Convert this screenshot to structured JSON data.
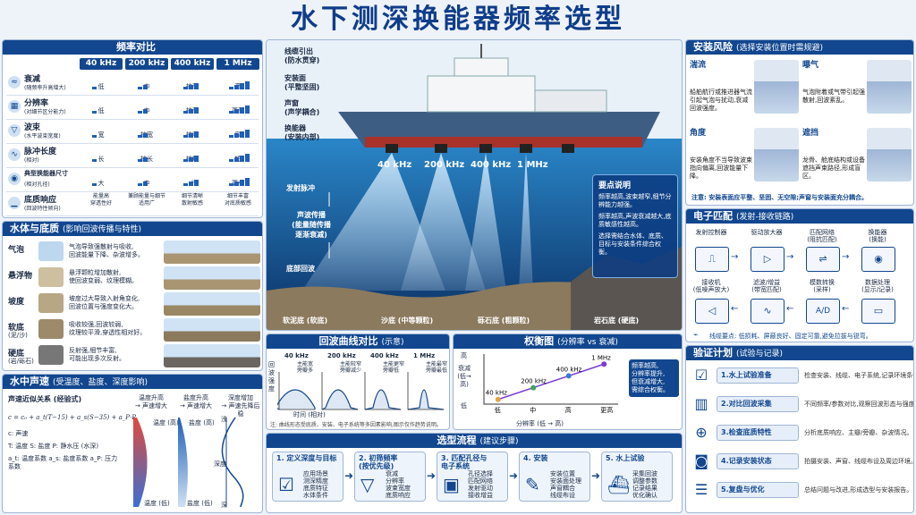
{
  "title": "水下测深换能器频率选型",
  "freq": {
    "header": "频率对比",
    "columns": [
      "40 kHz",
      "200 kHz",
      "400 kHz",
      "1 MHz"
    ],
    "rows": [
      {
        "name": "衰减",
        "note": "(随频率升高增大)",
        "icon": "wave-icon",
        "values": [
          "低",
          "中",
          "较高",
          "高"
        ]
      },
      {
        "name": "分辨率",
        "note": "(对细节区分能力)",
        "icon": "grid-icon",
        "values": [
          "低",
          "中",
          "较高",
          "更高"
        ]
      },
      {
        "name": "波束",
        "note": "(水平波束宽度)",
        "icon": "beam-icon",
        "values": [
          "宽",
          "较宽",
          "较窄",
          "窄"
        ]
      },
      {
        "name": "脉冲长度",
        "note": "(相对)",
        "icon": "pulse-icon",
        "values": [
          "长",
          "较长",
          "较短",
          "短"
        ]
      },
      {
        "name": "典型换能器尺寸",
        "note": "(相对孔径)",
        "icon": "transducer-icon",
        "values": [
          "大",
          "中",
          "小",
          "更小"
        ]
      },
      {
        "name": "底质响应",
        "note": "(回波特性倾向)",
        "icon": "seabed-icon",
        "values": [
          "能量高\n穿透性好",
          "兼顾能量与细节\n适用广",
          "细节清晰\n散射敏感",
          "细节丰富\n对底质敏感"
        ]
      }
    ]
  },
  "water": {
    "header": "水体与底质",
    "sub": "(影响回波传播与特性)",
    "rows": [
      {
        "name": "气泡",
        "desc": "气泡导致强散射与吸收,\n回波能量下降、杂波增多。"
      },
      {
        "name": "悬浮物",
        "desc": "悬浮颗粒增加散射,\n使回波变弱、纹理模糊。"
      },
      {
        "name": "坡度",
        "desc": "坡度过大导致入射角变化,\n回波位置与强度变化大。"
      },
      {
        "name": "软底",
        "note": "(泥/沙)",
        "desc": "吸收较强,回波较弱,\n纹理较平滑,穿透性相对好。"
      },
      {
        "name": "硬底",
        "note": "(岩/砾石)",
        "desc": "反射强,细节丰富,\n可能出现多次反射。"
      }
    ]
  },
  "sound": {
    "header": "水中声速",
    "sub": "(受温度、盐度、深度影响)",
    "formula_title": "声速近似关系 (经验式)",
    "formula": "c = c₀ + a_t(T−15) + a_s(S−35) + a_P·P",
    "legend": [
      "c: 声速",
      "T: 温度  S: 盐度  P: 静水压 (水深)",
      "a_t: 温度系数  a_s: 盐度系数  a_P: 压力系数"
    ],
    "cols": [
      "温度升高\n→ 声速增大",
      "盐度升高\n→ 声速增大",
      "深度增加\n→ 声速先降后稳"
    ],
    "labels": [
      "温度 (高)",
      "温度 (低)",
      "盐度 (高)",
      "盐度 (低)",
      "浅",
      "深度",
      "深"
    ]
  },
  "center": {
    "callouts": [
      "线缆引出\n(防水贯穿)",
      "安装面\n(平整坚固)",
      "声窗\n(声学耦合)",
      "换能器\n(安装内部)"
    ],
    "freqs": [
      "40 kHz",
      "200 kHz",
      "400 kHz",
      "1 MHz"
    ],
    "side": [
      "发射脉冲",
      "声波传播\n(能量随传播\n逐渐衰减)",
      "底部回波"
    ],
    "bottoms": [
      "软泥底 (软底)",
      "沙底 (中等颗粒)",
      "砾石底 (粗颗粒)",
      "岩石底 (硬底)"
    ],
    "note_title": "要点说明",
    "notes": [
      "频率越高,波束越窄,细节分辨能力越强。",
      "频率越高,声波衰减越大,底质敏感性越高。",
      "选择需结合水体、底质、目标与安装条件综合权衡。"
    ]
  },
  "echo": {
    "header": "回波曲线对比",
    "sub": "(示意)",
    "freqs": [
      "40 kHz",
      "200 kHz",
      "400 kHz",
      "1 MHz"
    ],
    "descs": [
      "主能宽\n旁瓣多",
      "主能较窄\n旁瓣减少",
      "主能更窄\n旁瓣低",
      "主能最窄\n旁瓣最低"
    ],
    "ylabel": "回波强度",
    "xlabel": "时间 (相对)",
    "note": "注: 曲线形态受底质、安装、电子系统等多因素影响,图示仅作趋势说明。"
  },
  "tradeoff": {
    "header": "权衡图",
    "sub": "(分辨率 vs 衰减)",
    "ylabel_top": "高",
    "ylabel": "衰减\n(低→高)",
    "ylabel_bottom": "低",
    "xticks": [
      "低",
      "中",
      "高",
      "更高"
    ],
    "xlabel": "分辨率 (低 → 高)",
    "note": "频率越高,\n分辨率提升,\n但衰减增大,\n需综合权衡。"
  },
  "chart_data": {
    "type": "line",
    "title": "权衡图 (分辨率 vs 衰减)",
    "xlabel": "分辨率 (低 → 高)",
    "ylabel": "衰减 (低→高)",
    "categories": [
      "40 kHz",
      "200 kHz",
      "400 kHz",
      "1 MHz"
    ],
    "x": [
      1,
      2,
      3,
      4
    ],
    "values": [
      1,
      2,
      3,
      4
    ],
    "colors": [
      "#e6a23c",
      "#3aa55a",
      "#3a7bd5",
      "#7a3ad5"
    ]
  },
  "flow": {
    "header": "选型流程",
    "sub": "(建议步骤)",
    "steps": [
      {
        "title": "1. 定义深度与目标",
        "icon": "checklist-icon",
        "items": [
          "应用场景",
          "测深精度",
          "底质特征",
          "水体条件"
        ]
      },
      {
        "title": "2. 初筛频率\n(按优先级)",
        "icon": "funnel-icon",
        "items": [
          "衰减",
          "分辨率",
          "波束宽度",
          "底质响应"
        ]
      },
      {
        "title": "3. 匹配孔径与\n电子系统",
        "icon": "chip-icon",
        "items": [
          "孔径选择",
          "匹配网络",
          "发射驱动",
          "接收增益"
        ]
      },
      {
        "title": "4. 安装",
        "icon": "wrench-icon",
        "items": [
          "安装位置",
          "安装面处理",
          "声窗耦合",
          "线缆布设"
        ]
      },
      {
        "title": "5. 水上试验",
        "icon": "ship-icon",
        "items": [
          "采集回波",
          "调整参数",
          "记录结果",
          "优化确认"
        ]
      }
    ]
  },
  "risk": {
    "header": "安装风险",
    "sub": "(选择安装位置时需规避)",
    "items": [
      {
        "name": "湍流",
        "desc": "船舶航行或推进器气流引起气泡与扰动,衰减回波强度。"
      },
      {
        "name": "曝气",
        "desc": "气泡附着或气带引起强散射,回波紊乱。"
      },
      {
        "name": "角度",
        "desc": "安装角度不当导致波束指向偏离,回波能量下降。"
      },
      {
        "name": "遮挡",
        "desc": "龙骨、舱底结构或设备遮挡声束路径,形成盲区。"
      }
    ],
    "note": "注意: 安装表面应平整、坚固、无空隙;声窗与安装面充分耦合。"
  },
  "elec": {
    "header": "电子匹配",
    "sub": "(发射-接收链路)",
    "top": [
      "发射控制器",
      "驱动放大器",
      "匹配网络\n(阻抗匹配)",
      "换能器\n(换能)"
    ],
    "bottom": [
      "接收机\n(低噪声放大)",
      "滤波/增益\n(带宽匹配)",
      "模数转换\n(采样)",
      "数据处理\n(显示/记录)"
    ],
    "note": "线缆要点: 低损耗、屏蔽良好、固定可靠,避免拉拔与锐弯。"
  },
  "verify": {
    "header": "验证计划",
    "sub": "(试验与记录)",
    "items": [
      {
        "name": "1.水上试验准备",
        "desc": "检查安装、线缆、电子系统,记录环境条件。"
      },
      {
        "name": "2.对比回波采集",
        "desc": "不同频率/参数对比,观察回波形态与强度。"
      },
      {
        "name": "3.检查底质特性",
        "desc": "分析底质响应、主瓣/旁瓣、杂波情况。"
      },
      {
        "name": "4.记录安装状态",
        "desc": "拍摄安装、声窗、线缆布设及周边环境。"
      },
      {
        "name": "5.复盘与优化",
        "desc": "总结问题与改进,形成选型与安装报告。"
      }
    ]
  }
}
